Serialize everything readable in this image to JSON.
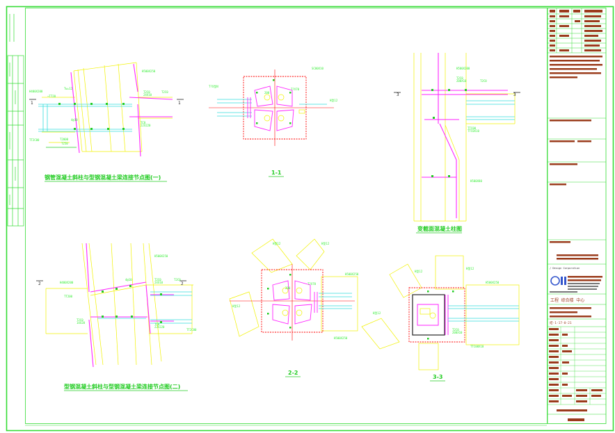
{
  "colors": {
    "frame": "#33dd33",
    "yellow": "#f2f200",
    "magenta": "#ff22ff",
    "cyan": "#33dddd",
    "red": "#ff0000",
    "green": "#22cc22",
    "brown": "#9a3b1b",
    "blue": "#3355cc"
  },
  "drawing": {
    "titles": {
      "detail_1": "钢管混凝土斜柱与型钢混凝土梁连接节点图(一)",
      "detail_2": "型钢混凝土斜柱与型钢混凝土梁连接节点图(二)",
      "column_detail": "变截面混凝土柱图"
    },
    "section_marks": {
      "s11": "1-1",
      "s22": "2-2",
      "s33": "3-3"
    },
    "cut_marks": {
      "c1": "1",
      "c2": "2",
      "c3": "3"
    }
  },
  "title_block": {
    "company_line": "/ Design Corporation",
    "project_name": "工程 综合楼 中心",
    "drawing_no": "结-1-17-0-21"
  }
}
